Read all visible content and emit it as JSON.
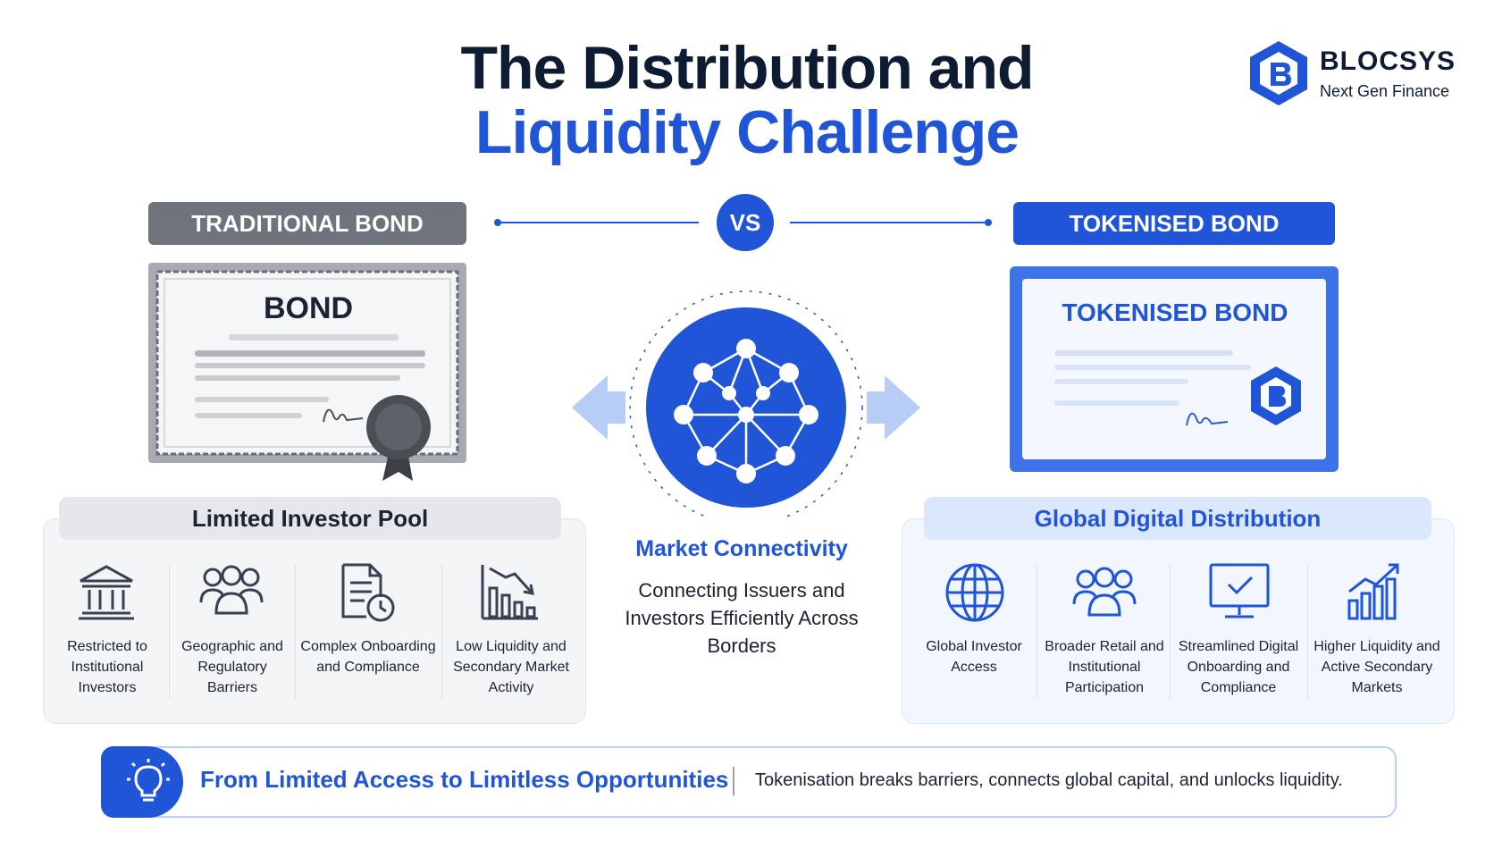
{
  "header": {
    "title_line1": "The Distribution and",
    "title_line2": "Liquidity Challenge"
  },
  "brand": {
    "name": "BLOCSYS",
    "tagline": "Next Gen Finance",
    "logo_icon": "hexagon-b-logo-icon"
  },
  "comparison": {
    "left_label": "TRADITIONAL BOND",
    "vs_label": "VS",
    "right_label": "TOKENISED BOND"
  },
  "traditional": {
    "certificate_title": "BOND",
    "panel_title": "Limited Investor Pool",
    "features": [
      {
        "icon": "bank-icon",
        "label": "Restricted to Institutional Investors"
      },
      {
        "icon": "people-group-icon",
        "label": "Geographic and Regulatory Barriers"
      },
      {
        "icon": "document-clock-icon",
        "label": "Complex Onboarding and Compliance"
      },
      {
        "icon": "declining-bar-chart-icon",
        "label": "Low Liquidity and Secondary Market Activity"
      }
    ]
  },
  "center": {
    "icon": "network-icon",
    "title": "Market Connectivity",
    "body": "Connecting Issuers and Investors Efficiently Across Borders"
  },
  "tokenised": {
    "certificate_title": "TOKENISED BOND",
    "panel_title": "Global Digital Distribution",
    "features": [
      {
        "icon": "globe-icon",
        "label": "Global Investor Access"
      },
      {
        "icon": "people-group-icon",
        "label": "Broader Retail and Institutional Participation"
      },
      {
        "icon": "monitor-check-icon",
        "label": "Streamlined Digital Onboarding and Compliance"
      },
      {
        "icon": "rising-bar-chart-icon",
        "label": "Higher Liquidity and Active Secondary Markets"
      }
    ]
  },
  "footer": {
    "icon": "lightbulb-icon",
    "headline": "From Limited Access to Limitless Opportunities",
    "text": "Tokenisation breaks barriers, connects global capital, and unlocks liquidity."
  },
  "colors": {
    "primary_blue": "#1f55d6",
    "navy": "#0d1b33",
    "gray_pill": "#6f747c"
  }
}
